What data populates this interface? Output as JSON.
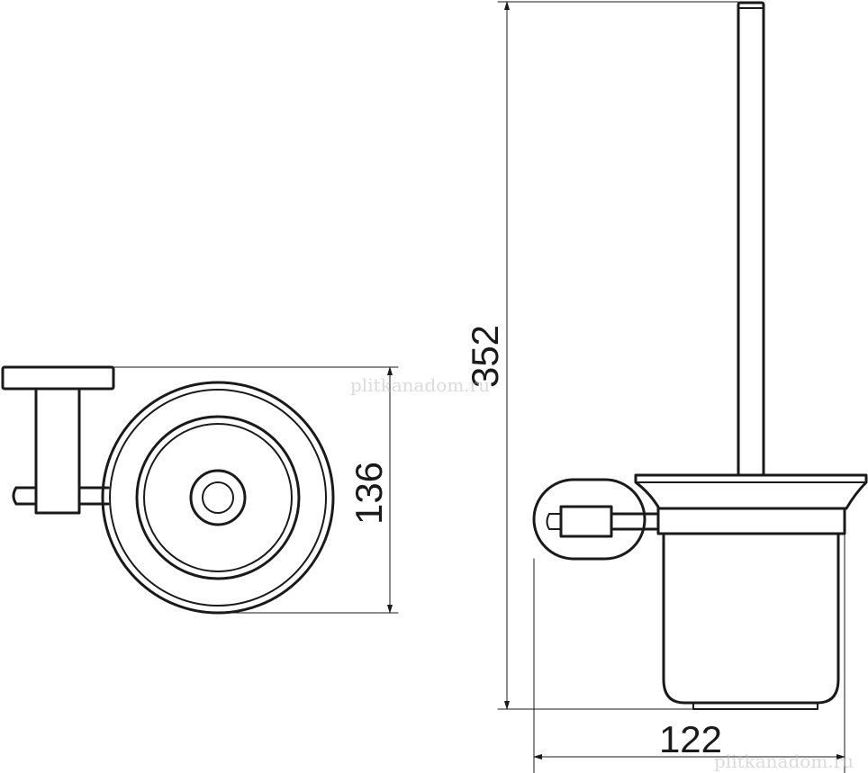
{
  "dimensions": {
    "diameter": "136",
    "height": "352",
    "depth": "122"
  },
  "watermarks": [
    "plitkanadom.ru",
    "plitkanadom.ru"
  ]
}
